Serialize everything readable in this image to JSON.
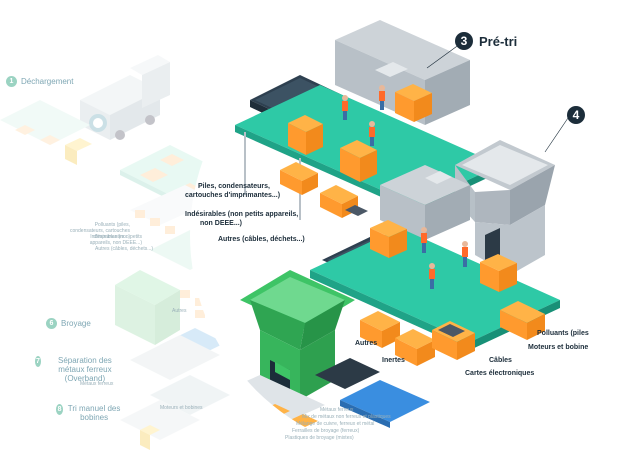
{
  "left_steps": [
    {
      "num": "1",
      "label": "Déchargement"
    },
    {
      "num": "6",
      "label": "Broyage"
    },
    {
      "num": "7",
      "label": "Séparation des métaux ferreux (Overband)"
    },
    {
      "num": "8",
      "label": "Tri manuel des bobines"
    }
  ],
  "left_small_labels": [
    "Polluants (piles, condensateurs, cartouches d'imprimantes...)",
    "Indésirables (non petits appareils, non DEEE...)",
    "Autres (câbles, déchets...)",
    "Métaux ferreux",
    "Autres",
    "Moteurs et bobines"
  ],
  "step3": {
    "num": "3",
    "label": "Pré-tri"
  },
  "step4": {
    "num": "4"
  },
  "upper_table_labels": [
    "Piles, condensateurs,",
    "cartouches d'imprimantes...)",
    "Indésirables (non petits appareils,",
    "non DEEE...)",
    "Autres (câbles, déchets...)"
  ],
  "lower_table_labels": {
    "autres": "Autres",
    "inertes": "Inertes",
    "cables": "Câbles",
    "cartes": "Cartes électroniques",
    "polluants": "Polluants (piles",
    "moteurs": "Moteurs et bobine"
  },
  "bottom_small_labels": [
    "Métaux ferreux",
    "Mix de métaux non ferreux et plastiques",
    "Mélange de cuivre, ferreux et métal",
    "Ferrailles de broyage (ferreux)",
    "Plastiques de broyage (mixtes)"
  ],
  "colors": {
    "teal": "#2ec9a6",
    "orange": "#ffa12e",
    "green": "#3ec466",
    "navy": "#1c2d3a",
    "blue": "#3a8ee0"
  }
}
